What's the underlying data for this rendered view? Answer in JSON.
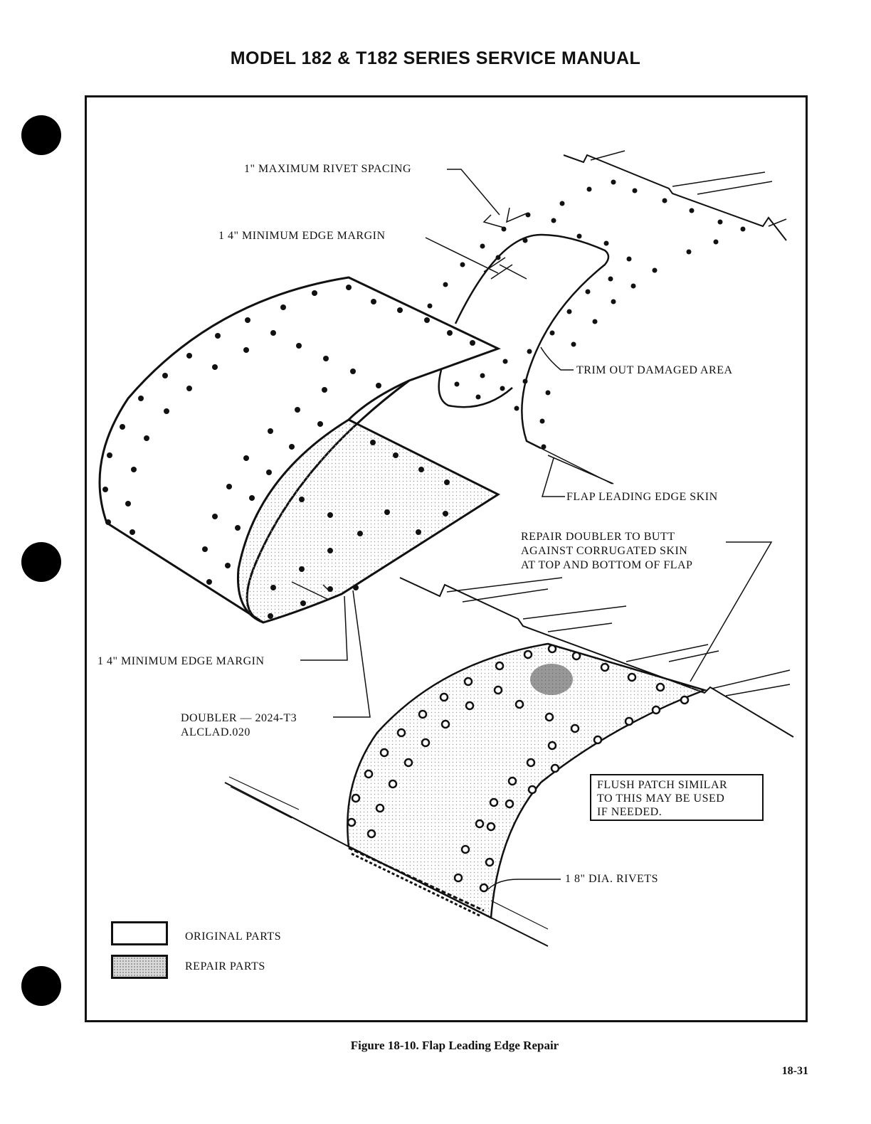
{
  "header": {
    "title": "MODEL 182 & T182 SERIES SERVICE MANUAL"
  },
  "callouts": {
    "rivet_spacing": "1\" MAXIMUM RIVET SPACING",
    "edge_margin_top": "1 4\" MINIMUM EDGE MARGIN",
    "trim_out": "TRIM OUT DAMAGED AREA",
    "flap_skin": "FLAP LEADING EDGE SKIN",
    "repair_doubler": "REPAIR DOUBLER TO BUTT\nAGAINST CORRUGATED SKIN\nAT TOP AND BOTTOM OF FLAP",
    "edge_margin_bottom": "1 4\" MINIMUM EDGE MARGIN",
    "doubler_spec": "DOUBLER — 2024-T3\nALCLAD.020",
    "flush_patch": "FLUSH PATCH SIMILAR\nTO THIS MAY BE USED\nIF NEEDED.",
    "rivets": "1 8\" DIA. RIVETS"
  },
  "legend": {
    "original": "ORIGINAL PARTS",
    "repair": "REPAIR PARTS"
  },
  "figure": {
    "caption": "Figure 18-10.  Flap Leading Edge Repair"
  },
  "page": {
    "number": "18-31"
  }
}
